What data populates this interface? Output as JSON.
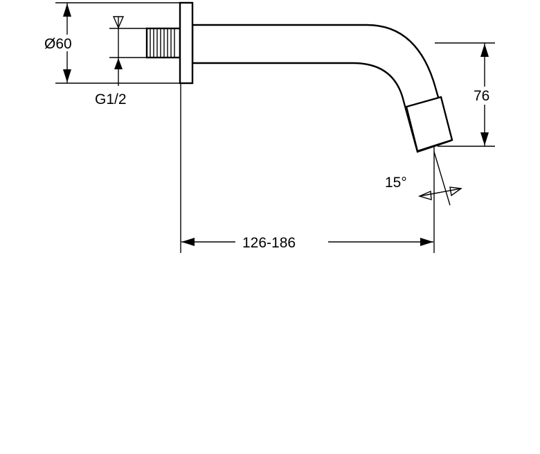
{
  "dimensions": {
    "flange_diameter": "Ø60",
    "thread": "G1/2",
    "projection": "126-186",
    "outlet_height": "76",
    "outlet_angle": "15°"
  }
}
